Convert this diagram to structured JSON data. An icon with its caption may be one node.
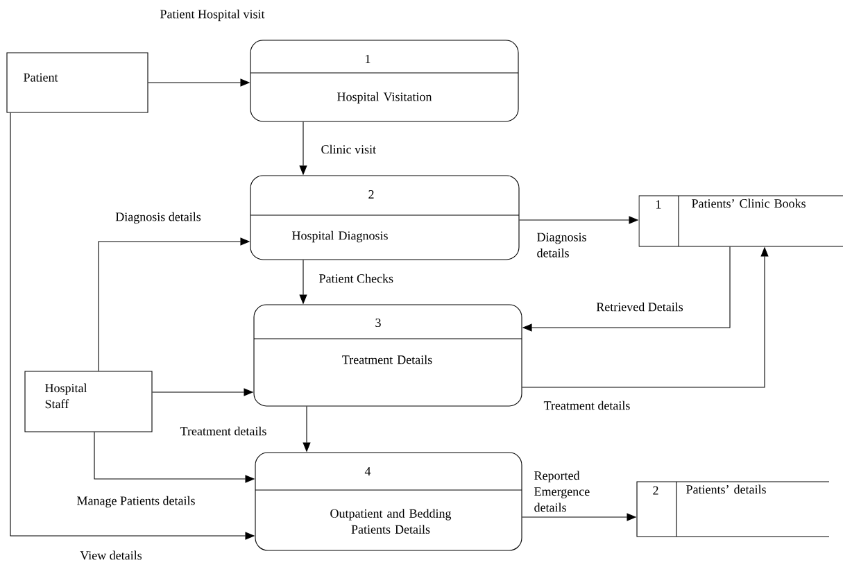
{
  "diagram": {
    "nodes": [
      {
        "text": [
          "Patient"
        ]
      },
      {
        "text": [
          "1",
          "Hospital Visitation"
        ]
      },
      {
        "text": [
          "2",
          "Hospital Diagnosis"
        ]
      },
      {
        "text": [
          "1",
          "Patients’ Clinic Books"
        ]
      },
      {
        "text": [
          "3",
          "Treatment Details"
        ]
      },
      {
        "text": [
          "Hospital Staff"
        ]
      },
      {
        "text": [
          "4",
          "Outpatient and Bedding Patients Details"
        ]
      },
      {
        "text": [
          "2",
          "Patients’ details"
        ]
      }
    ],
    "edges": [
      {
        "from": 0,
        "to": 1,
        "arrow": "to",
        "label": "Patient Hospital visit"
      },
      {
        "from": 1,
        "to": 2,
        "arrow": "to",
        "label": "Clinic visit"
      },
      {
        "from": 5,
        "to": 2,
        "arrow": "to",
        "label": "Diagnosis details"
      },
      {
        "from": 2,
        "to": 3,
        "arrow": "to",
        "label": "Diagnosis details"
      },
      {
        "from": 2,
        "to": 4,
        "arrow": "to",
        "label": "Patient Checks"
      },
      {
        "from": 3,
        "to": 4,
        "arrow": "to",
        "label": "Retrieved Details"
      },
      {
        "from": 4,
        "to": 3,
        "arrow": "to",
        "label": "Treatment details"
      },
      {
        "from": 5,
        "to": 4,
        "arrow": "to"
      },
      {
        "from": 4,
        "to": 6,
        "arrow": "to",
        "label": "Treatment details"
      },
      {
        "from": 5,
        "to": 6,
        "arrow": "to",
        "label": "Manage Patients details"
      },
      {
        "from": 0,
        "to": 6,
        "arrow": "to",
        "label": "View details"
      },
      {
        "from": 6,
        "to": 7,
        "arrow": "to",
        "label": "Reported Emergence details"
      }
    ]
  }
}
